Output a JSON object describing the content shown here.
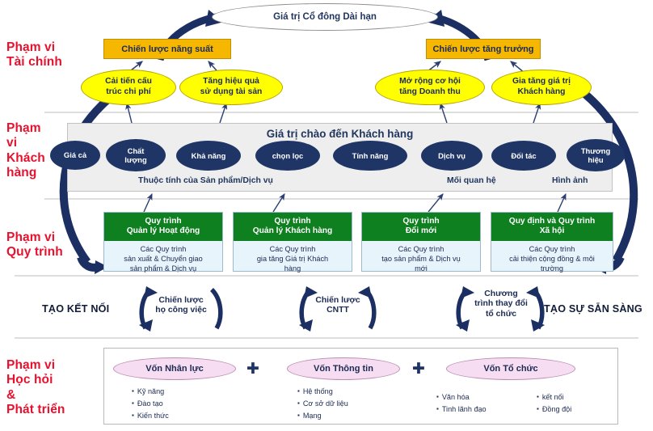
{
  "diagram": {
    "title_oval": "Giá trị Cổ đông Dài hạn",
    "perspectives": [
      {
        "id": "financial",
        "label": "Phạm vi\nTài chính"
      },
      {
        "id": "customer",
        "label": "Phạm\nvi\nKhách\nhàng"
      },
      {
        "id": "process",
        "label": "Phạm vi\nQuy trình"
      },
      {
        "id": "learning",
        "label": "Phạm vi\nHọc hỏi\n&\nPhát triển"
      }
    ],
    "financial": {
      "strategies": [
        {
          "id": "productivity",
          "label": "Chiến lược năng suất"
        },
        {
          "id": "growth",
          "label": "Chiến lược tăng trưởng"
        }
      ],
      "objectives": [
        {
          "id": "cost-structure",
          "label": "Cải tiến cấu\ntrúc chi phí"
        },
        {
          "id": "asset-utilization",
          "label": "Tăng  hiệu quả\nsử dụng tài sản"
        },
        {
          "id": "revenue-opportunity",
          "label": "Mở rộng cơ hội\ntăng Doanh thu"
        },
        {
          "id": "customer-value",
          "label": "Gia tăng giá trị\nKhách hàng"
        }
      ]
    },
    "customer": {
      "panel_title": "Giá trị chào đến Khách hàng",
      "attributes": [
        {
          "id": "price",
          "label": "Giá cả"
        },
        {
          "id": "quality",
          "label": "Chất\nlượng"
        },
        {
          "id": "availability",
          "label": "Khả năng"
        },
        {
          "id": "selection",
          "label": "chọn lọc"
        },
        {
          "id": "functionality",
          "label": "Tính năng"
        },
        {
          "id": "service",
          "label": "Dịch vụ"
        },
        {
          "id": "partnership",
          "label": "Đối tác"
        },
        {
          "id": "brand",
          "label": "Thương\nhiệu"
        }
      ],
      "groups": [
        {
          "id": "product-service-attributes",
          "label": "Thuộc tính của Sản phẩm/Dịch vụ"
        },
        {
          "id": "relationship",
          "label": "Mối quan hệ"
        },
        {
          "id": "image",
          "label": "Hình ảnh"
        }
      ]
    },
    "process": {
      "boxes": [
        {
          "id": "operations-management",
          "head": "Quy trình\nQuản lý Hoạt động",
          "body": "Các Quy trình\nsản xuất & Chuyển giao\nsản phẩm & Dịch vụ"
        },
        {
          "id": "customer-management",
          "head": "Quy trình\nQuản lý Khách hàng",
          "body": "Các Quy trình\ngia tăng Giá trị Khách\nhàng"
        },
        {
          "id": "innovation",
          "head": "Quy trình\nĐổi mới",
          "body": "Các Quy trình\ntạo  sản phẩm & Dịch vụ\nmới"
        },
        {
          "id": "regulatory-social",
          "head": "Quy định và Quy trình\nXã hội",
          "body": "Các Quy trình\ncải thiện cộng đồng & môi\ntrường"
        }
      ]
    },
    "alignment": {
      "left_caption": "TẠO KẾT NỐI",
      "right_caption": "TẠO SỰ SẴN SÀNG",
      "brackets": [
        {
          "id": "job-family-strategy",
          "label": "Chiến lược\nhọ công việc"
        },
        {
          "id": "it-strategy",
          "label": "Chiến lược\nCNTT"
        },
        {
          "id": "org-change-agenda",
          "label": "Chương\ntrình thay đổi\ntổ chức"
        }
      ]
    },
    "learning": {
      "capitals": [
        {
          "id": "human-capital",
          "label": "Vốn Nhân lực",
          "bullets": [
            "Kỹ năng",
            "Đào tạo",
            "Kiến thức"
          ]
        },
        {
          "id": "information-capital",
          "label": "Vốn Thông tin",
          "bullets": [
            "Hệ thống",
            "Cơ sở dữ liệu",
            "Mạng"
          ]
        },
        {
          "id": "organization-capital",
          "label": "Vốn Tổ chức",
          "bullets_left": [
            "Văn hóa",
            "Tinh lãnh đạo"
          ],
          "bullets_right": [
            "kết nối",
            "Đồng đội"
          ]
        }
      ],
      "connector": "+"
    },
    "colors": {
      "accent_red": "#e8112d",
      "navy": "#1f3566",
      "orange": "#f5b700",
      "yellow": "#ffff00",
      "green": "#0f8020",
      "pink": "#f7ddf2",
      "panel_grey": "#eeeeee"
    }
  }
}
